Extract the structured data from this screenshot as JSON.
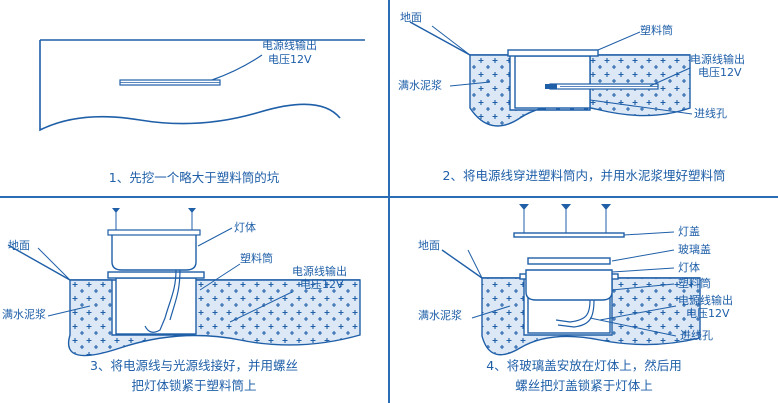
{
  "colors": {
    "line": "#1f5fa8",
    "soil": "#dce8f6",
    "fill": "#ffffff",
    "dot": "#1f5fa8"
  },
  "panel1": {
    "callout_wire_line1": "电源线输出",
    "callout_wire_line2": "电压12V",
    "caption": "1、先挖一个略大于塑料筒的坑"
  },
  "panel2": {
    "label_ground": "地面",
    "label_tube": "塑料筒",
    "label_wire_line1": "电源线输出",
    "label_wire_line2": "电压12V",
    "label_cement": "满水泥浆",
    "label_hole": "进线孔",
    "caption": "2、将电源线穿进塑料筒内，并用水泥浆埋好塑料筒"
  },
  "panel3": {
    "label_body": "灯体",
    "label_ground": "地面",
    "label_tube": "塑料筒",
    "label_wire_line1": "电源线输出",
    "label_wire_line2": "电压12V",
    "label_cement": "满水泥浆",
    "caption_line1": "3、将电源线与光源线接好，并用螺丝",
    "caption_line2": "把灯体锁紧于塑料筒上"
  },
  "panel4": {
    "label_cover": "灯盖",
    "label_glass": "玻璃盖",
    "label_body": "灯体",
    "label_tube": "塑料筒",
    "label_ground": "地面",
    "label_cement": "满水泥浆",
    "label_wire_line1": "电源线输出",
    "label_wire_line2": "电压12V",
    "label_hole": "进线孔",
    "caption_line1": "4、将玻璃盖安放在灯体上，然后用",
    "caption_line2": "螺丝把灯盖锁紧于灯体上"
  }
}
